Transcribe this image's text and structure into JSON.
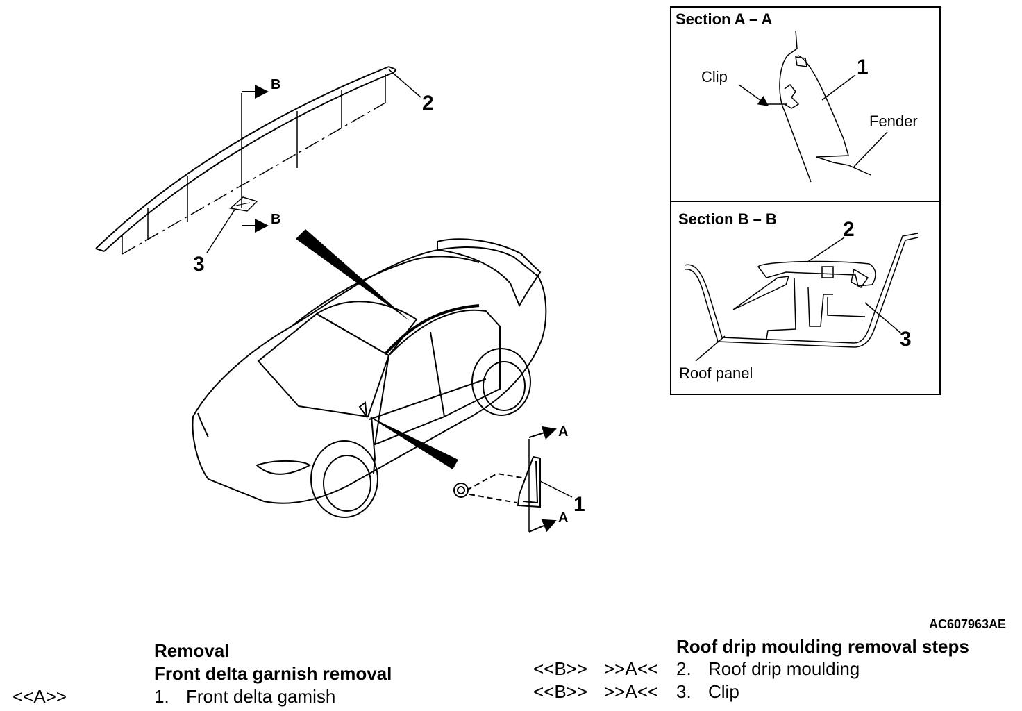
{
  "figure_code": "AC607963AE",
  "callouts": {
    "one": "1",
    "two": "2",
    "three": "3",
    "section_a_marker": "A",
    "section_b_marker": "B"
  },
  "section_a": {
    "title": "Section A – A",
    "clip": "Clip",
    "fender": "Fender",
    "callout": "1"
  },
  "section_b": {
    "title": "Section B – B",
    "roof_panel": "Roof panel",
    "callout_2": "2",
    "callout_3": "3"
  },
  "legend": {
    "removal": "Removal",
    "front_heading": "Front delta garnish removal",
    "front_steps": [
      {
        "mark": "<<A>>",
        "num": "1.",
        "label": "Front delta gamish"
      }
    ],
    "roof_heading": "Roof drip moulding removal steps",
    "roof_steps": [
      {
        "mark_b": "<<B>>",
        "mark_a": ">>A<<",
        "num": "2.",
        "label": "Roof drip moulding"
      },
      {
        "mark_b": "<<B>>",
        "mark_a": ">>A<<",
        "num": "3.",
        "label": "Clip"
      }
    ]
  }
}
